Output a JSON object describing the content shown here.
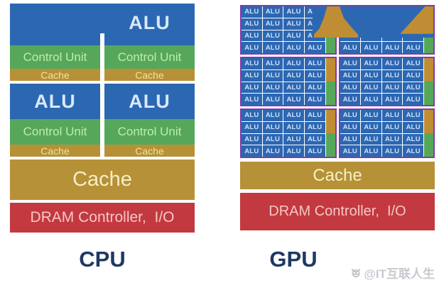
{
  "cpu": {
    "label": "CPU",
    "alu_label": "ALU",
    "control_unit_label": "Control Unit",
    "core_cache_label": "Cache",
    "shared_cache_label": "Cache",
    "dram_label": "DRAM Controller,  I/O"
  },
  "gpu": {
    "label": "GPU",
    "alu_label": "ALU",
    "cache_label": "Cache",
    "dram_label": "DRAM Controller,  I/O",
    "grid": {
      "block_rows": 3,
      "block_cols": 2,
      "cell_rows": 4,
      "cell_cols": 4
    }
  },
  "watermark": {
    "text": "@IT互联人生"
  },
  "colors": {
    "alu_blue": "#2c67b2",
    "control_green": "#57a75a",
    "cache_gold": "#b69138",
    "dram_red": "#c2393f",
    "block_border_purple": "#7f3da6",
    "caption_navy": "#1f3864",
    "watermark_gray": "#c7c9cf"
  }
}
